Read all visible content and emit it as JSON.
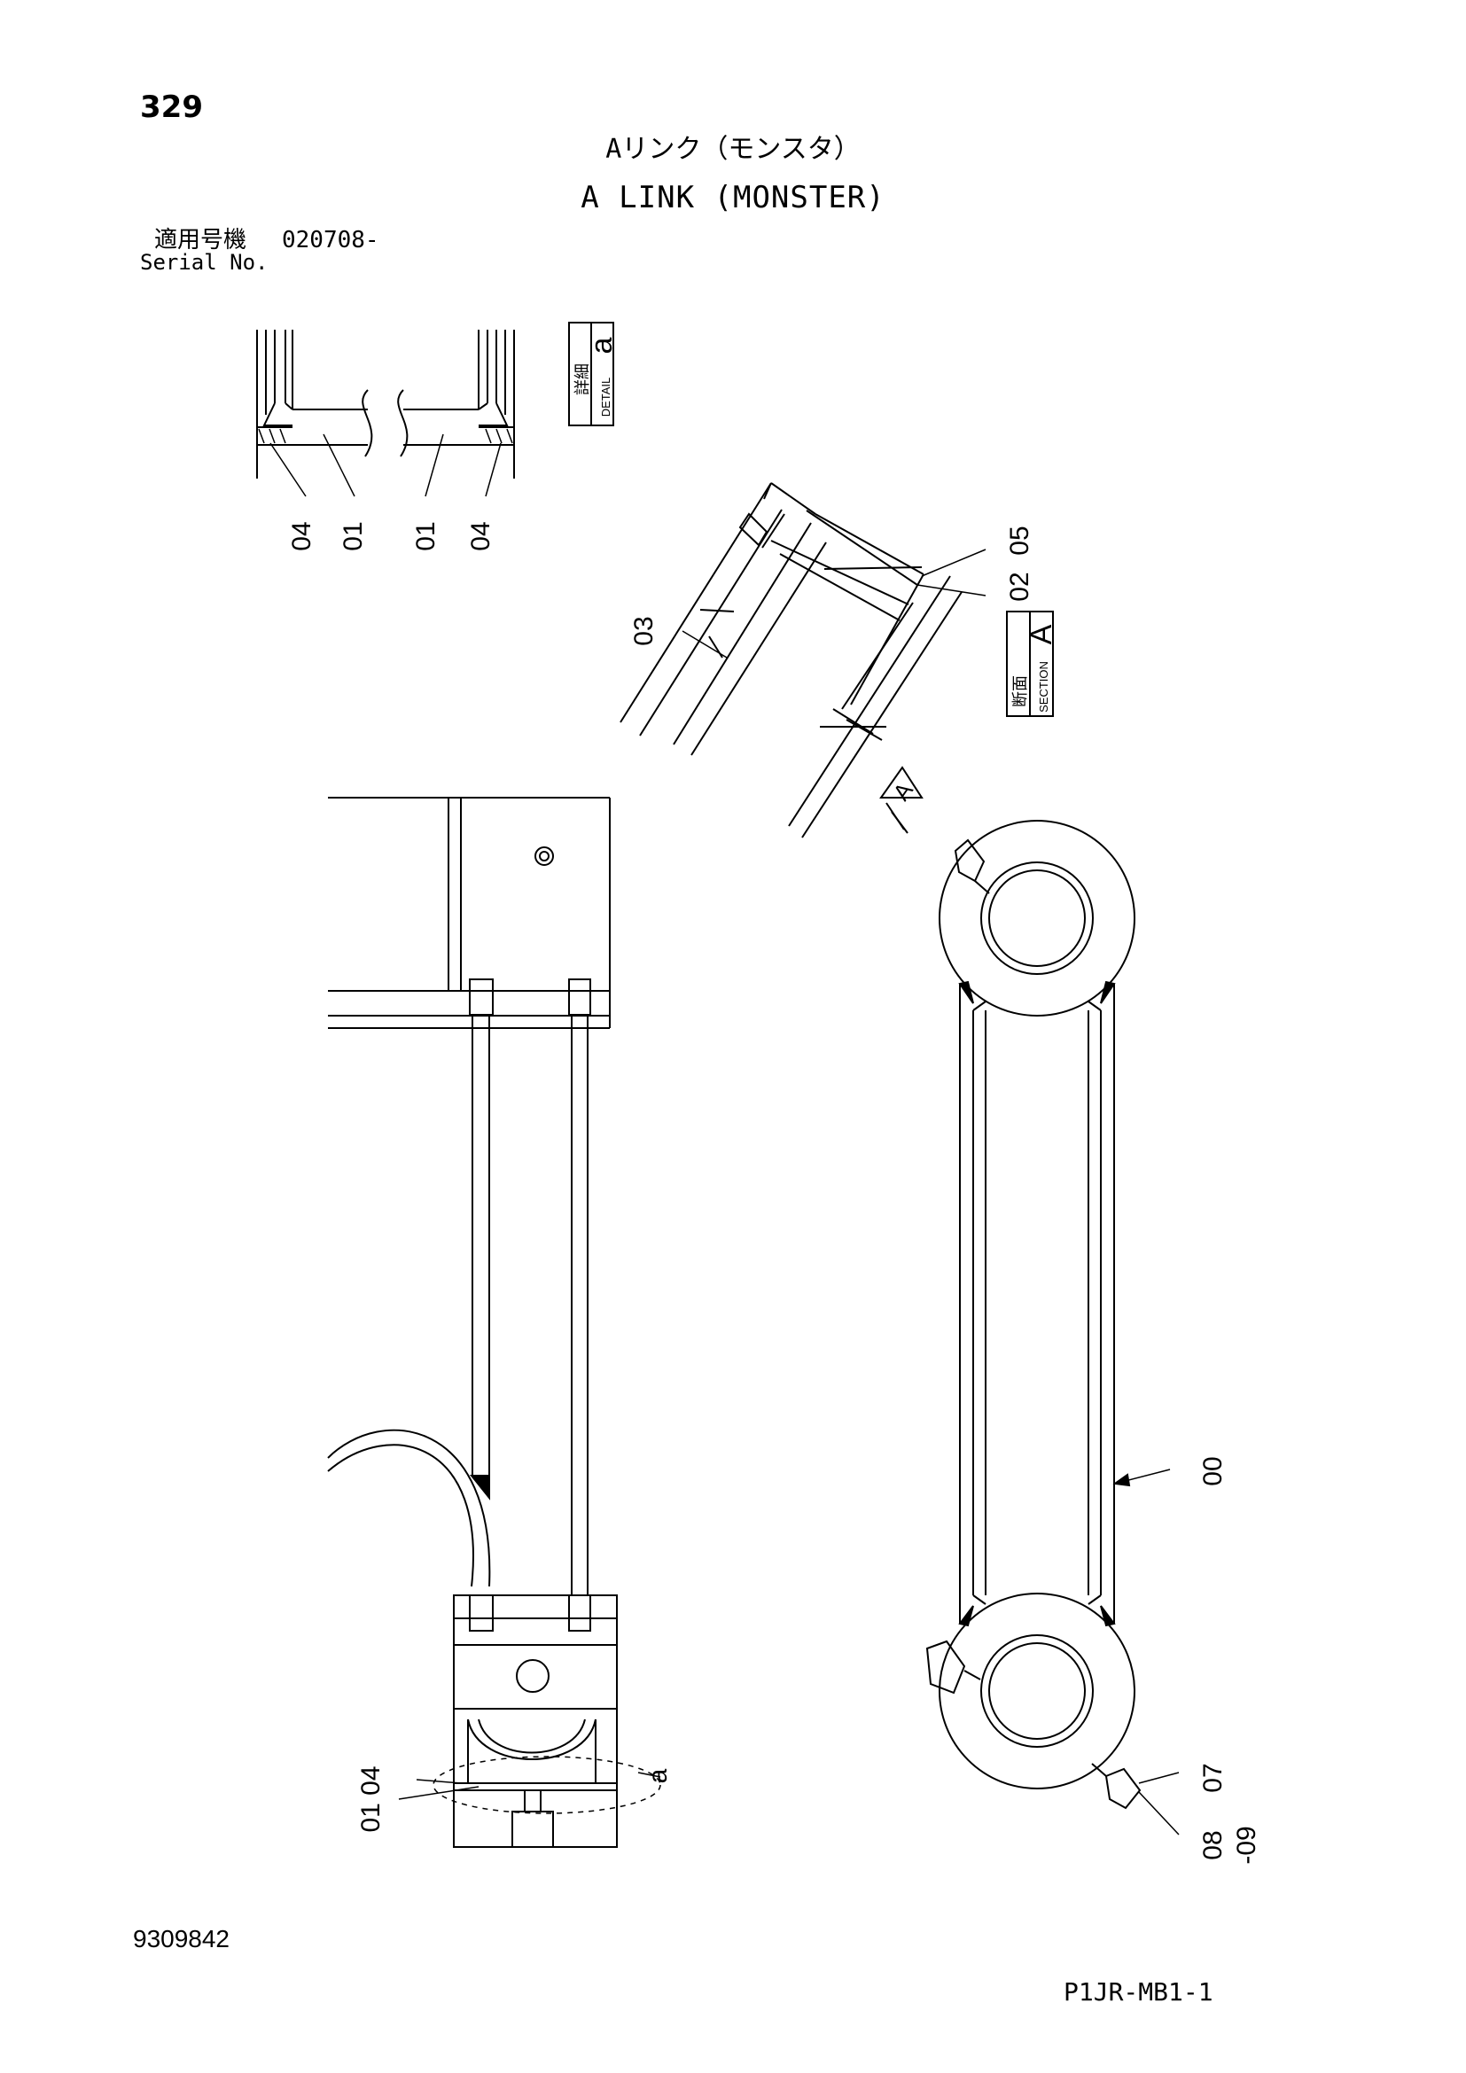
{
  "header": {
    "page_number": "329",
    "title_jp": "Aリンク（モンスタ）",
    "title_en": "A LINK (MONSTER)",
    "serial_label_jp": "適用号機",
    "serial_value": "020708-",
    "serial_label_en": "Serial No."
  },
  "detail_box": {
    "letter": "a",
    "label_jp": "詳細",
    "label_en": "DETAIL"
  },
  "section_box": {
    "letter": "A",
    "label_jp": "断面",
    "label_en": "SECTION"
  },
  "section_marker": "A",
  "callouts": {
    "detail_04_left": "04",
    "detail_01_left": "01",
    "detail_01_right": "01",
    "detail_04_right": "04",
    "section_05": "05",
    "section_02": "02",
    "section_03": "03",
    "side_00": "00",
    "side_07": "07",
    "side_08": "08",
    "side_09": "-09",
    "bottom_01_04": "01 04",
    "bottom_a": "a"
  },
  "footer": {
    "doc_number": "9309842",
    "sheet_code": "P1JR-MB1-1"
  }
}
